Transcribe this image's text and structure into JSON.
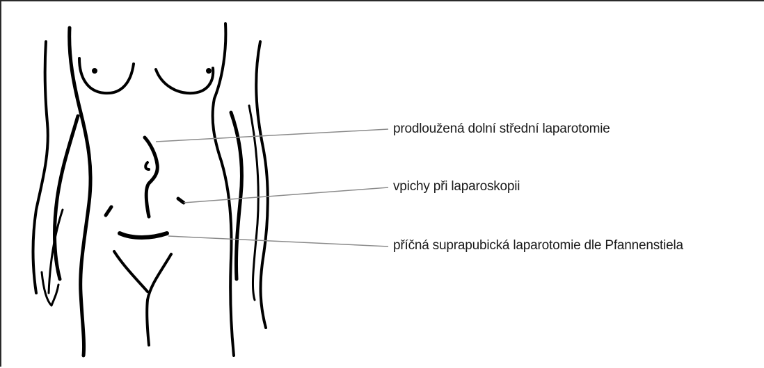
{
  "diagram": {
    "callouts": [
      {
        "id": "c1",
        "text": "prodloužená dolní střední laparotomie"
      },
      {
        "id": "c2",
        "text": "vpichy při laparoskopii"
      },
      {
        "id": "c3",
        "text": "příčná suprapubická laparotomie dle Pfannenstiela"
      }
    ]
  }
}
